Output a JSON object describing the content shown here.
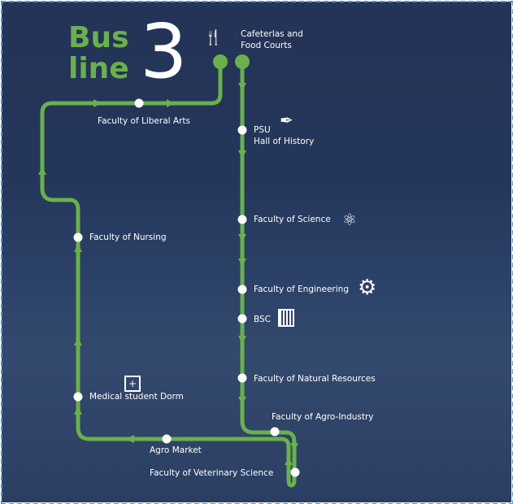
{
  "title": {
    "line1": "Bus",
    "line2": "line",
    "number": "3"
  },
  "colors": {
    "route": "#6ab04c",
    "background": "#233457",
    "border": "#4f94cf"
  },
  "stops": [
    {
      "label1": "Cafeterlas and",
      "label2": "Food Courts",
      "icon": "cafeteria-elephant-icon"
    },
    {
      "label": "Faculty of Liberal Arts"
    },
    {
      "label1": "PSU",
      "label2": "Hall of History",
      "icon": "book-quill-icon"
    },
    {
      "label": "Faculty of Science",
      "icon": "atom-icon"
    },
    {
      "label": "Faculty of Nursing"
    },
    {
      "label": "Faculty of Engineering",
      "icon": "gear-icon"
    },
    {
      "label": "BSC",
      "icon": "building-icon"
    },
    {
      "label": "Faculty of Natural Resources"
    },
    {
      "label": "Medical student Dorm",
      "icon": "hospital-icon"
    },
    {
      "label": "Faculty of Agro-Industry"
    },
    {
      "label": "Agro Market"
    },
    {
      "label": "Faculty of Veterinary Science"
    }
  ]
}
